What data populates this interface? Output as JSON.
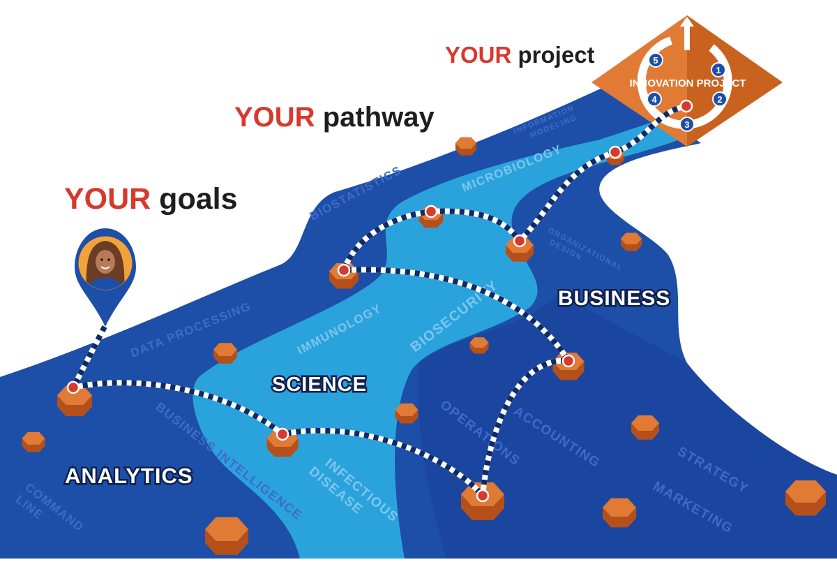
{
  "headlines": {
    "goals": {
      "accent": "YOUR",
      "rest": " goals"
    },
    "pathway": {
      "accent": "YOUR",
      "rest": " pathway"
    },
    "project": {
      "accent": "YOUR",
      "rest": " project"
    }
  },
  "areas": {
    "analytics": "ANALYTICS",
    "science": "SCIENCE",
    "business": "BUSINESS"
  },
  "topics": {
    "command_line_1": "COMMAND",
    "command_line_2": "LINE",
    "business_intelligence": "BUSINESS INTELLIGENCE",
    "infectious_disease_1": "INFECTIOUS",
    "infectious_disease_2": "DISEASE",
    "data_processing": "DATA PROCESSING",
    "biostatistics": "BIOSTATISTICS",
    "immunology": "IMMUNOLOGY",
    "biosecurity": "BIOSECURITY",
    "microbiology": "MICROBIOLOGY",
    "information_modeling_1": "INFORMATION",
    "information_modeling_2": "MODELING",
    "organizational_design_1": "ORGANIZATIONAL",
    "organizational_design_2": "DESIGN",
    "operations": "OPERATIONS",
    "accounting": "ACCOUNTING",
    "strategy": "STRATEGY",
    "marketing": "MARKETING"
  },
  "project": {
    "title": "INNOVATION PROJECT",
    "steps": [
      "1",
      "2",
      "3",
      "4",
      "5"
    ]
  },
  "colors": {
    "dark_blue": "#1d4fa8",
    "light_blue": "#2aa3dc",
    "orange": "#d8692c",
    "accent_red": "#d63a2c",
    "navy": "#0f2b66"
  },
  "icons": {
    "avatar": "person-location-pin-icon",
    "stones": "hexagon-stepping-stone-icon",
    "path": "dotted-path-icon"
  }
}
